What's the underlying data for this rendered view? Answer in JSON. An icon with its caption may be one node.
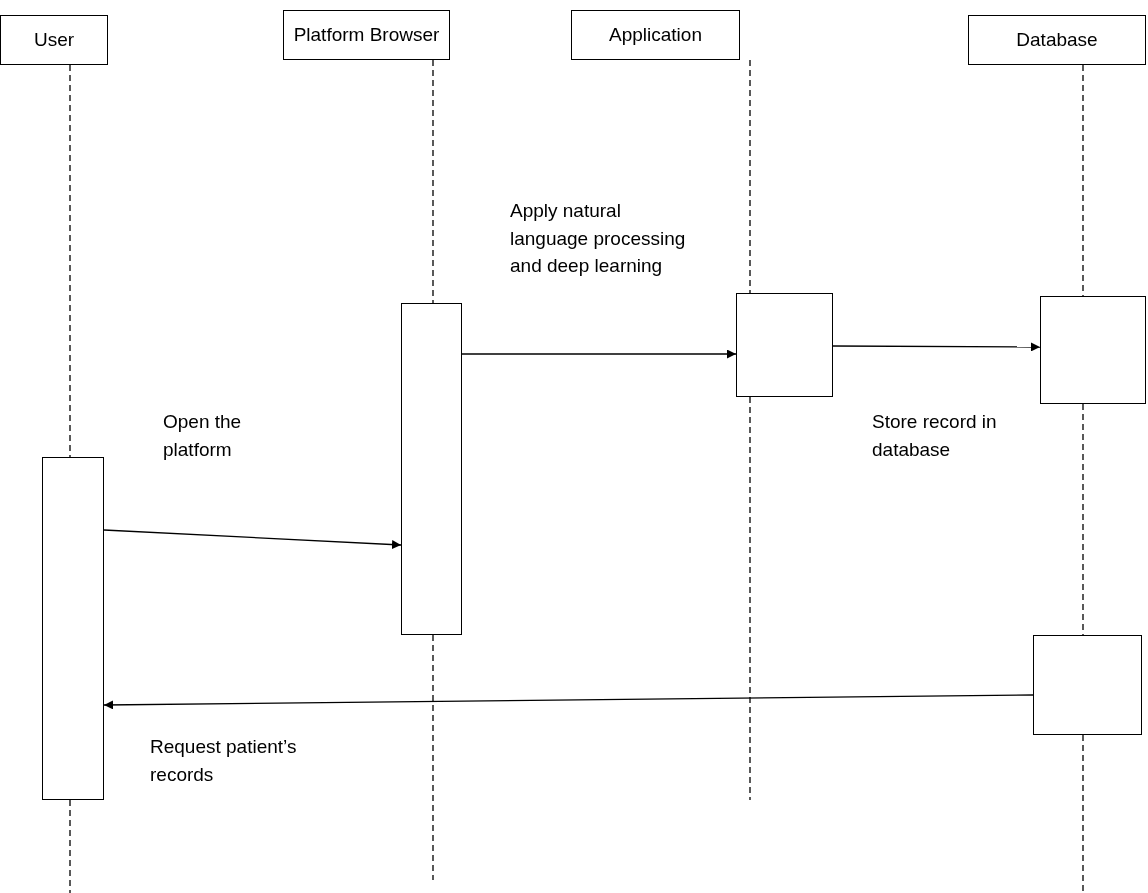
{
  "diagram": {
    "nodes": [
      {
        "text": [
          "User"
        ]
      },
      {
        "text": [
          "Platform Browser"
        ]
      },
      {
        "text": [
          "Application"
        ]
      },
      {
        "text": [
          "Database"
        ]
      },
      {
        "text": [],
        "shape": "box"
      },
      {
        "text": [],
        "shape": "box"
      },
      {
        "text": [],
        "shape": "box"
      },
      {
        "text": [],
        "shape": "box"
      },
      {
        "text": [],
        "shape": "box"
      }
    ],
    "edges": [
      {
        "from": 0,
        "to": 4,
        "arrow": "none",
        "style": "dashed"
      },
      {
        "from": 4,
        "to": null,
        "arrow": "none",
        "style": "dashed"
      },
      {
        "from": 1,
        "to": 5,
        "arrow": "none",
        "style": "dashed"
      },
      {
        "from": 5,
        "to": null,
        "arrow": "none",
        "style": "dashed"
      },
      {
        "from": 2,
        "to": 6,
        "arrow": "none",
        "style": "dashed"
      },
      {
        "from": 6,
        "to": null,
        "arrow": "none",
        "style": "dashed"
      },
      {
        "from": 3,
        "to": 7,
        "arrow": "none",
        "style": "dashed"
      },
      {
        "from": 7,
        "to": 8,
        "arrow": "none",
        "style": "dashed"
      },
      {
        "from": 8,
        "to": null,
        "arrow": "none",
        "style": "dashed"
      },
      {
        "from": 4,
        "to": 5,
        "arrow": "to",
        "label": "Open the platform"
      },
      {
        "from": 5,
        "to": 6,
        "arrow": "to",
        "label": "Apply natural language processing and deep learning"
      },
      {
        "from": 6,
        "to": 7,
        "arrow": "to",
        "label": "Store record in database"
      },
      {
        "from": 8,
        "to": 4,
        "arrow": "to",
        "label": "Request patient’s records"
      }
    ]
  }
}
